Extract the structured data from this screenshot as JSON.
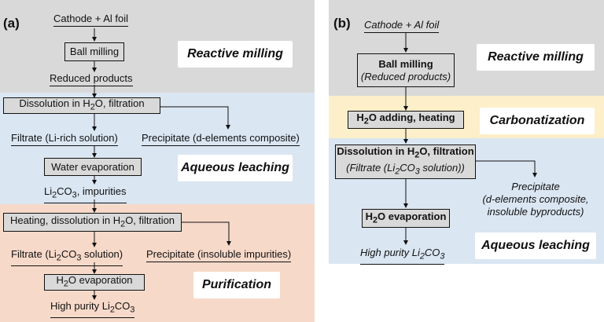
{
  "panel_a": {
    "label": "(a)",
    "start": "Cathode + Al foil",
    "ball_milling": "Ball milling",
    "reduced": "Reduced products",
    "dissolution1": "Dissolution in H",
    "dissolution1_sub": "2",
    "dissolution1_tail": "O, filtration",
    "filtrate1": "Filtrate (Li-rich solution)",
    "precip1": "Precipitate (d-elements composite)",
    "water_evap": "Water evaporation",
    "li2co3_imp_pre": "Li",
    "li2co3_imp_sub1": "2",
    "li2co3_imp_mid": "CO",
    "li2co3_imp_sub2": "3",
    "li2co3_imp_tail": ", impurities",
    "heating_pre": "Heating, dissolution in H",
    "heating_sub": "2",
    "heating_tail": "O, filtration",
    "filtrate2_pre": "Filtrate (Li",
    "filtrate2_sub1": "2",
    "filtrate2_mid": "CO",
    "filtrate2_sub2": "3",
    "filtrate2_tail": " solution)",
    "precip2": "Precipitate (insoluble impurities)",
    "h2o_evap_pre": "H",
    "h2o_evap_sub": "2",
    "h2o_evap_tail": "O evaporation",
    "final_pre": "High purity Li",
    "final_sub1": "2",
    "final_mid": "CO",
    "final_sub2": "3",
    "stage_milling": "Reactive milling",
    "stage_leaching": "Aqueous leaching",
    "stage_purification": "Purification"
  },
  "panel_b": {
    "label": "(b)",
    "start": "Cathode + Al foil",
    "ball_milling": "Ball milling",
    "ball_milling_sub": "(Reduced products)",
    "h2o_adding_pre": "H",
    "h2o_adding_sub": "2",
    "h2o_adding_tail": "O adding, heating",
    "dissolution_pre": "Dissolution in H",
    "dissolution_sub": "2",
    "dissolution_tail": "O, filtration",
    "dissolution_note_pre": "(Filtrate (Li",
    "dissolution_note_sub1": "2",
    "dissolution_note_mid": "CO",
    "dissolution_note_sub2": "3",
    "dissolution_note_tail": " solution))",
    "precip_l1": "Precipitate",
    "precip_l2": "(d-elements composite,",
    "precip_l3": "insoluble byproducts)",
    "h2o_evap_pre": "H",
    "h2o_evap_sub": "2",
    "h2o_evap_tail": "O evaporation",
    "final_pre": "High purity Li",
    "final_sub1": "2",
    "final_mid": "CO",
    "final_sub2": "3",
    "stage_milling": "Reactive milling",
    "stage_carbon": "Carbonatization",
    "stage_leaching": "Aqueous leaching"
  }
}
